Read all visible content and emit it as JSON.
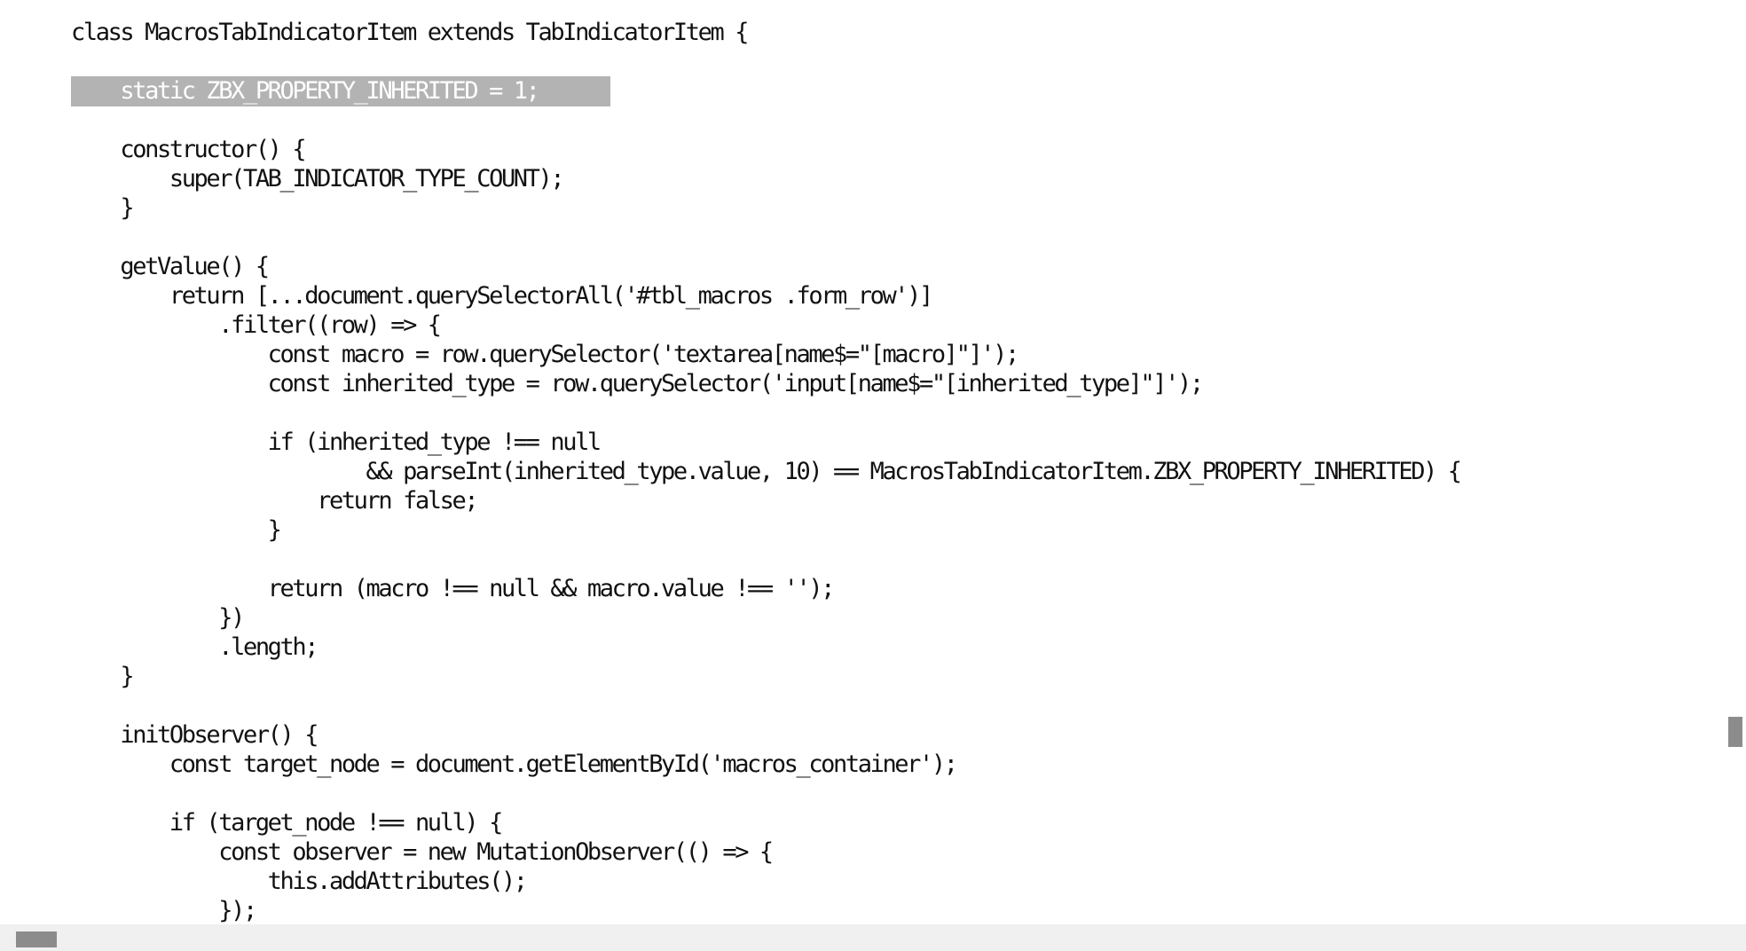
{
  "code": {
    "lines": [
      "class MacrosTabIndicatorItem extends TabIndicatorItem {",
      "    static ZBX_PROPERTY_INHERITED = 1;",
      "    constructor() {",
      "        super(TAB_INDICATOR_TYPE_COUNT);",
      "    }",
      "    getValue() {",
      "        return [...document.querySelectorAll('#tbl_macros .form_row')]",
      "            .filter((row) => {",
      "                const macro = row.querySelector('textarea[name$=\"[macro]\"]');",
      "                const inherited_type = row.querySelector('input[name$=\"[inherited_type]\"]');",
      "                if (inherited_type !== null",
      "                        && parseInt(inherited_type.value, 10) == MacrosTabIndicatorItem.ZBX_PROPERTY_INHERITED) {",
      "                    return false;",
      "                }",
      "                return (macro !== null && macro.value !== '');",
      "            })",
      "            .length;",
      "    }",
      "    initObserver() {",
      "        const target_node = document.getElementById('macros_container');",
      "        if (target_node !== null) {",
      "            const observer = new MutationObserver(() => {",
      "                this.addAttributes();",
      "            });"
    ]
  },
  "colors": {
    "text": "#111111",
    "highlight_background": "#b3b3b3",
    "highlight_text": "#ffffff",
    "scroll_thumb": "#8c8c8c"
  }
}
